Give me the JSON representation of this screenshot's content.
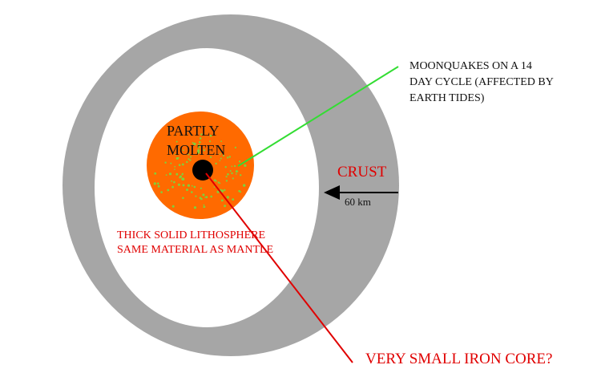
{
  "labels": {
    "partly_molten_line1": "PARTLY",
    "partly_molten_line2": "MOLTEN",
    "moonquakes_line1": "MOONQUAKES ON A 14",
    "moonquakes_line2": "DAY CYCLE (AFFECTED BY",
    "moonquakes_line3": "EARTH TIDES)",
    "crust": "CRUST",
    "crust_thickness": "60  km",
    "lithosphere_line1": "THICK SOLID LITHOSPHERE",
    "lithosphere_line2": "SAME MATERIAL AS MANTLE",
    "iron_core": "VERY SMALL IRON CORE?"
  },
  "colors": {
    "crust": "#a6a6a6",
    "lithosphere": "#ffffff",
    "molten_zone": "#ff6a00",
    "iron_core": "#000000",
    "moonquake_dots": "#7fd13b",
    "moonquake_pointer": "#33dd33",
    "red_text": "#e00000",
    "black_text": "#111111"
  }
}
